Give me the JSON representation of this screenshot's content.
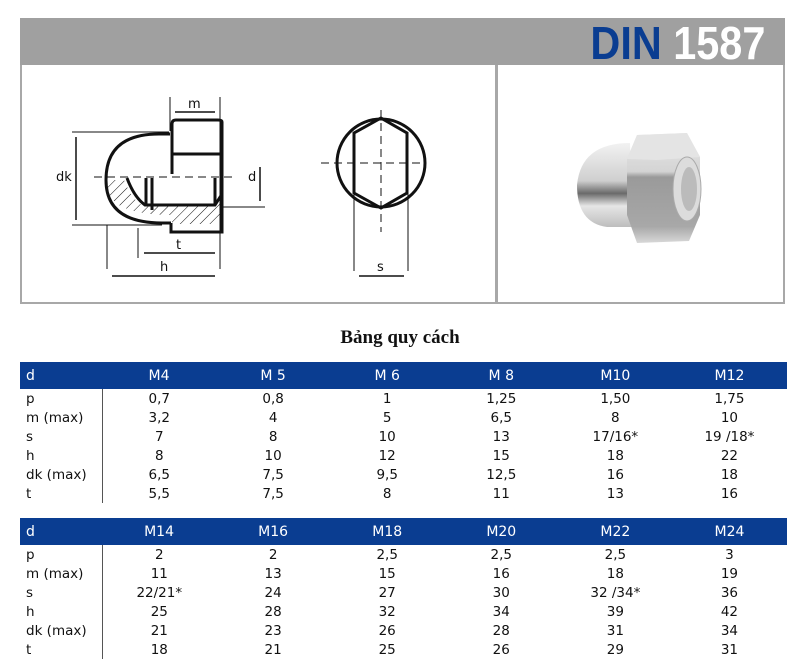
{
  "header": {
    "title_prefix": "DIN",
    "title_number": "1587",
    "accent_color": "#0a3d91",
    "bar_color": "#a0a0a0"
  },
  "figure": {
    "side_view_labels": {
      "m": "m",
      "dk": "dk",
      "d": "d",
      "t": "t",
      "h": "h"
    },
    "top_view_labels": {
      "s": "s"
    },
    "photo_description": "chrome-plated-cap-nut"
  },
  "caption": "Bảng quy cách",
  "tables": [
    {
      "header": [
        "d",
        "M4",
        "M 5",
        "M 6",
        "M 8",
        "M10",
        "M12"
      ],
      "rows": [
        [
          "p",
          "0,7",
          "0,8",
          "1",
          "1,25",
          "1,50",
          "1,75"
        ],
        [
          "m (max)",
          "3,2",
          "4",
          "5",
          "6,5",
          "8",
          "10"
        ],
        [
          "s",
          "7",
          "8",
          "10",
          "13",
          "17/16*",
          "19 /18*"
        ],
        [
          "h",
          "8",
          "10",
          "12",
          "15",
          "18",
          "22"
        ],
        [
          "dk (max)",
          "6,5",
          "7,5",
          "9,5",
          "12,5",
          "16",
          "18"
        ],
        [
          "t",
          "5,5",
          "7,5",
          "8",
          "11",
          "13",
          "16"
        ]
      ]
    },
    {
      "header": [
        "d",
        "M14",
        "M16",
        "M18",
        "M20",
        "M22",
        "M24"
      ],
      "rows": [
        [
          "p",
          "2",
          "2",
          "2,5",
          "2,5",
          "2,5",
          "3"
        ],
        [
          "m (max)",
          "11",
          "13",
          "15",
          "16",
          "18",
          "19"
        ],
        [
          "s",
          "22/21*",
          "24",
          "27",
          "30",
          "32 /34*",
          "36"
        ],
        [
          "h",
          "25",
          "28",
          "32",
          "34",
          "39",
          "42"
        ],
        [
          "dk (max)",
          "21",
          "23",
          "26",
          "28",
          "31",
          "34"
        ],
        [
          "t",
          "18",
          "21",
          "25",
          "26",
          "29",
          "31"
        ]
      ]
    }
  ]
}
